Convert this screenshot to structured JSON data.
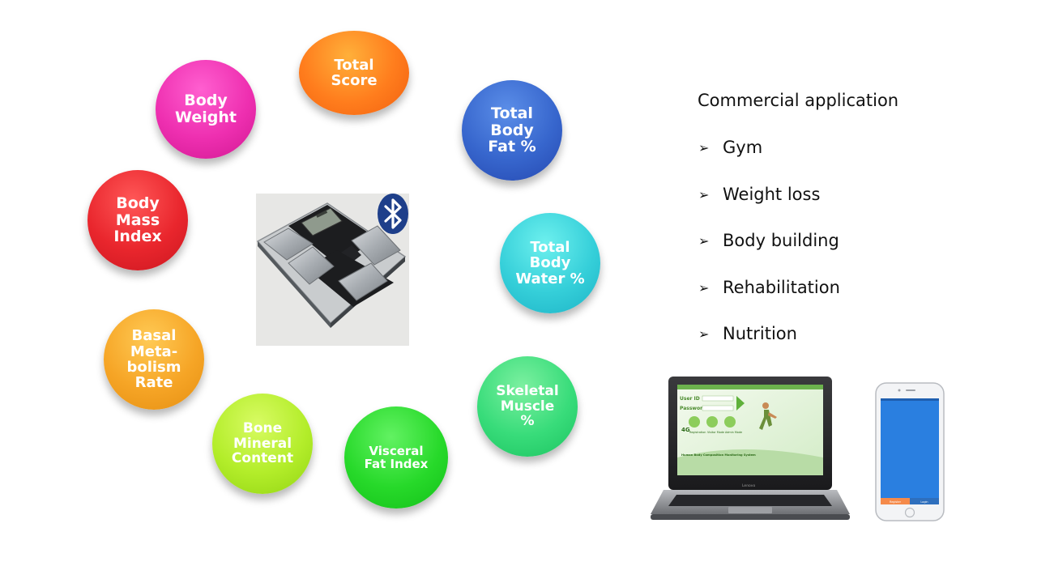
{
  "bubbles": {
    "total_score": [
      "Total",
      "Score"
    ],
    "body_weight": [
      "Body",
      "Weight"
    ],
    "total_body_fat": [
      "Total",
      "Body",
      "Fat %"
    ],
    "body_mass_index": [
      "Body",
      "Mass",
      "Index"
    ],
    "total_body_water": [
      "Total",
      "Body",
      "Water %"
    ],
    "basal_metabolism_rate": [
      "Basal",
      "Meta-",
      "bolism",
      "Rate"
    ],
    "skeletal_muscle": [
      "Skeletal",
      "Muscle",
      "%"
    ],
    "bone_mineral_content": [
      "Bone",
      "Mineral",
      "Content"
    ],
    "visceral_fat_index": [
      "Visceral",
      "Fat Index"
    ]
  },
  "applications": {
    "title": "Commercial application",
    "items": [
      "Gym",
      "Weight loss",
      "Body building",
      "Rehabilitation",
      "Nutrition"
    ]
  },
  "laptop_screen": {
    "user_id_label": "User ID",
    "password_label": "Password",
    "mode_labels": [
      "Registration",
      "Visitor Mode",
      "Admin Mode"
    ],
    "footer_text": "Human Body Composition Monitoring System",
    "brand": "Lenovo"
  },
  "phone_screen": {
    "buttons": [
      "Register",
      "Login"
    ]
  },
  "colors": {
    "phone_screen": "#2a7fe0",
    "register_button": "#f58a4a",
    "login_button": "#2e6fbd",
    "bluetooth_badge": "#1e3f8a"
  },
  "icons": {
    "bluetooth": "bluetooth-icon",
    "arrow": "arrow-right-icon"
  }
}
